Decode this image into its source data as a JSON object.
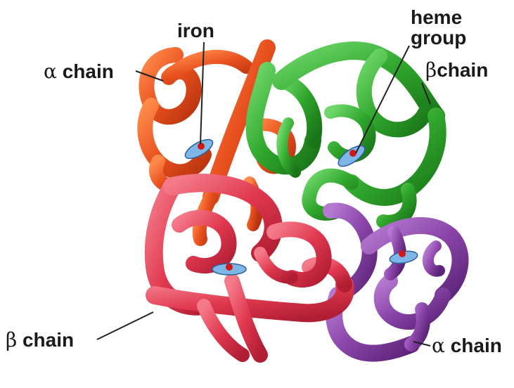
{
  "labels": {
    "iron": "iron",
    "heme_line1": "heme",
    "heme_line2": "group",
    "alpha_top_symbol": "α",
    "alpha_top_text": "chain",
    "beta_top_symbol": "β",
    "beta_top_text": "chain",
    "beta_bottom_symbol": "β",
    "beta_bottom_text": "chain",
    "alpha_bottom_symbol": "α",
    "alpha_bottom_text": "chain"
  },
  "colors": {
    "alpha_top_chain": "#e8501e",
    "beta_top_chain": "#2fa62c",
    "beta_bottom_chain": "#e0384e",
    "alpha_bottom_chain": "#8a44a8",
    "heme_disc": "#7fb6e8",
    "iron_dot": "#d01818",
    "label_text": "#1a1a1a"
  },
  "subunits": [
    "alpha-chain-top-left",
    "beta-chain-top-right",
    "beta-chain-bottom-left",
    "alpha-chain-bottom-right"
  ]
}
